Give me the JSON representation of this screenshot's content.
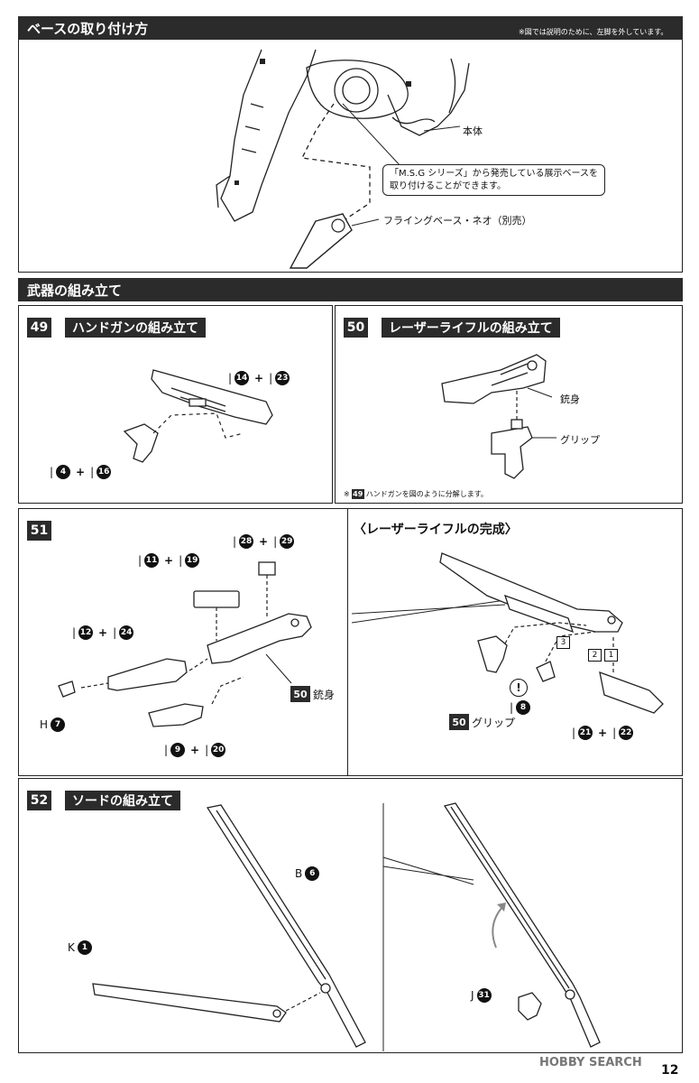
{
  "page_number": "12",
  "watermark": "HOBBY SEARCH",
  "sections": {
    "base": {
      "title": "ベースの取り付け方",
      "note": "※図では説明のために、左脚を外しています。",
      "label_body": "本体",
      "callout_line1": "「M.S.G シリーズ」から発売している展示ベースを",
      "callout_line2": "取り付けることができます。",
      "label_base": "フライングベース・ネオ（別売）"
    },
    "weapons": {
      "title": "武器の組み立て"
    }
  },
  "steps": {
    "s49": {
      "number": "49",
      "title": "ハンドガンの組み立て",
      "ref_a": {
        "p1": "14",
        "p2": "23"
      },
      "ref_b": {
        "p1": "4",
        "p2": "16"
      }
    },
    "s50": {
      "number": "50",
      "title": "レーザーライフルの組み立て",
      "label_body": "銃身",
      "label_grip": "グリップ",
      "note_prefix": "※",
      "note_num": "49",
      "note_text": "ハンドガンを図のように分解します。"
    },
    "s51": {
      "number": "51",
      "ref_11_19": {
        "p1": "11",
        "p2": "19"
      },
      "ref_28_29": {
        "p1": "28",
        "p2": "29"
      },
      "ref_12_24": {
        "p1": "12",
        "p2": "24"
      },
      "ref_h7": {
        "letter": "H",
        "num": "7"
      },
      "ref_9_20": {
        "p1": "9",
        "p2": "20"
      },
      "ref_body": {
        "num": "50",
        "label": "銃身"
      }
    },
    "complete": {
      "title": "〈レーザーライフルの完成〉",
      "order": [
        "3",
        "2",
        "1"
      ],
      "bang": "!",
      "ref_8": "8",
      "ref_grip": {
        "num": "50",
        "label": "グリップ"
      },
      "ref_21_22": {
        "p1": "21",
        "p2": "22"
      }
    },
    "s52": {
      "number": "52",
      "title": "ソードの組み立て",
      "ref_b6": {
        "letter": "B",
        "num": "6"
      },
      "ref_k1": {
        "letter": "K",
        "num": "1"
      },
      "ref_j31": {
        "letter": "J",
        "num": "31"
      }
    }
  }
}
